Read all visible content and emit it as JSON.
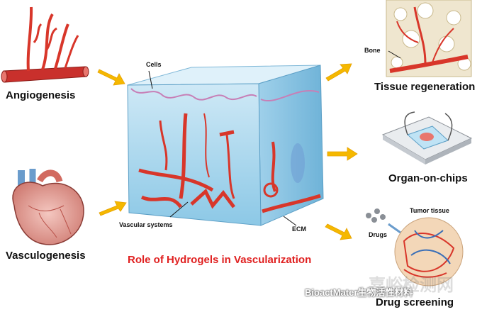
{
  "labels": {
    "angiogenesis": "Angiogenesis",
    "vasculogenesis": "Vasculogenesis",
    "cells": "Cells",
    "vascular_systems": "Vascular systems",
    "ecm": "ECM",
    "bone": "Bone",
    "tissue_regeneration": "Tissue regeneration",
    "organ_on_chips": "Organ-on-chips",
    "drugs": "Drugs",
    "tumor_tissue": "Tumor tissue",
    "drug_screening": "Drug screening",
    "title": "Role of Hydrogels in Vascularization"
  },
  "watermark": {
    "text": "BioactMater生物活性材料",
    "big_text": "嘉峪检测网"
  },
  "colors": {
    "title": "#e02020",
    "arrow": "#f5b800",
    "vessel": "#d8362a",
    "hydrogel": "#a9d8ef"
  }
}
